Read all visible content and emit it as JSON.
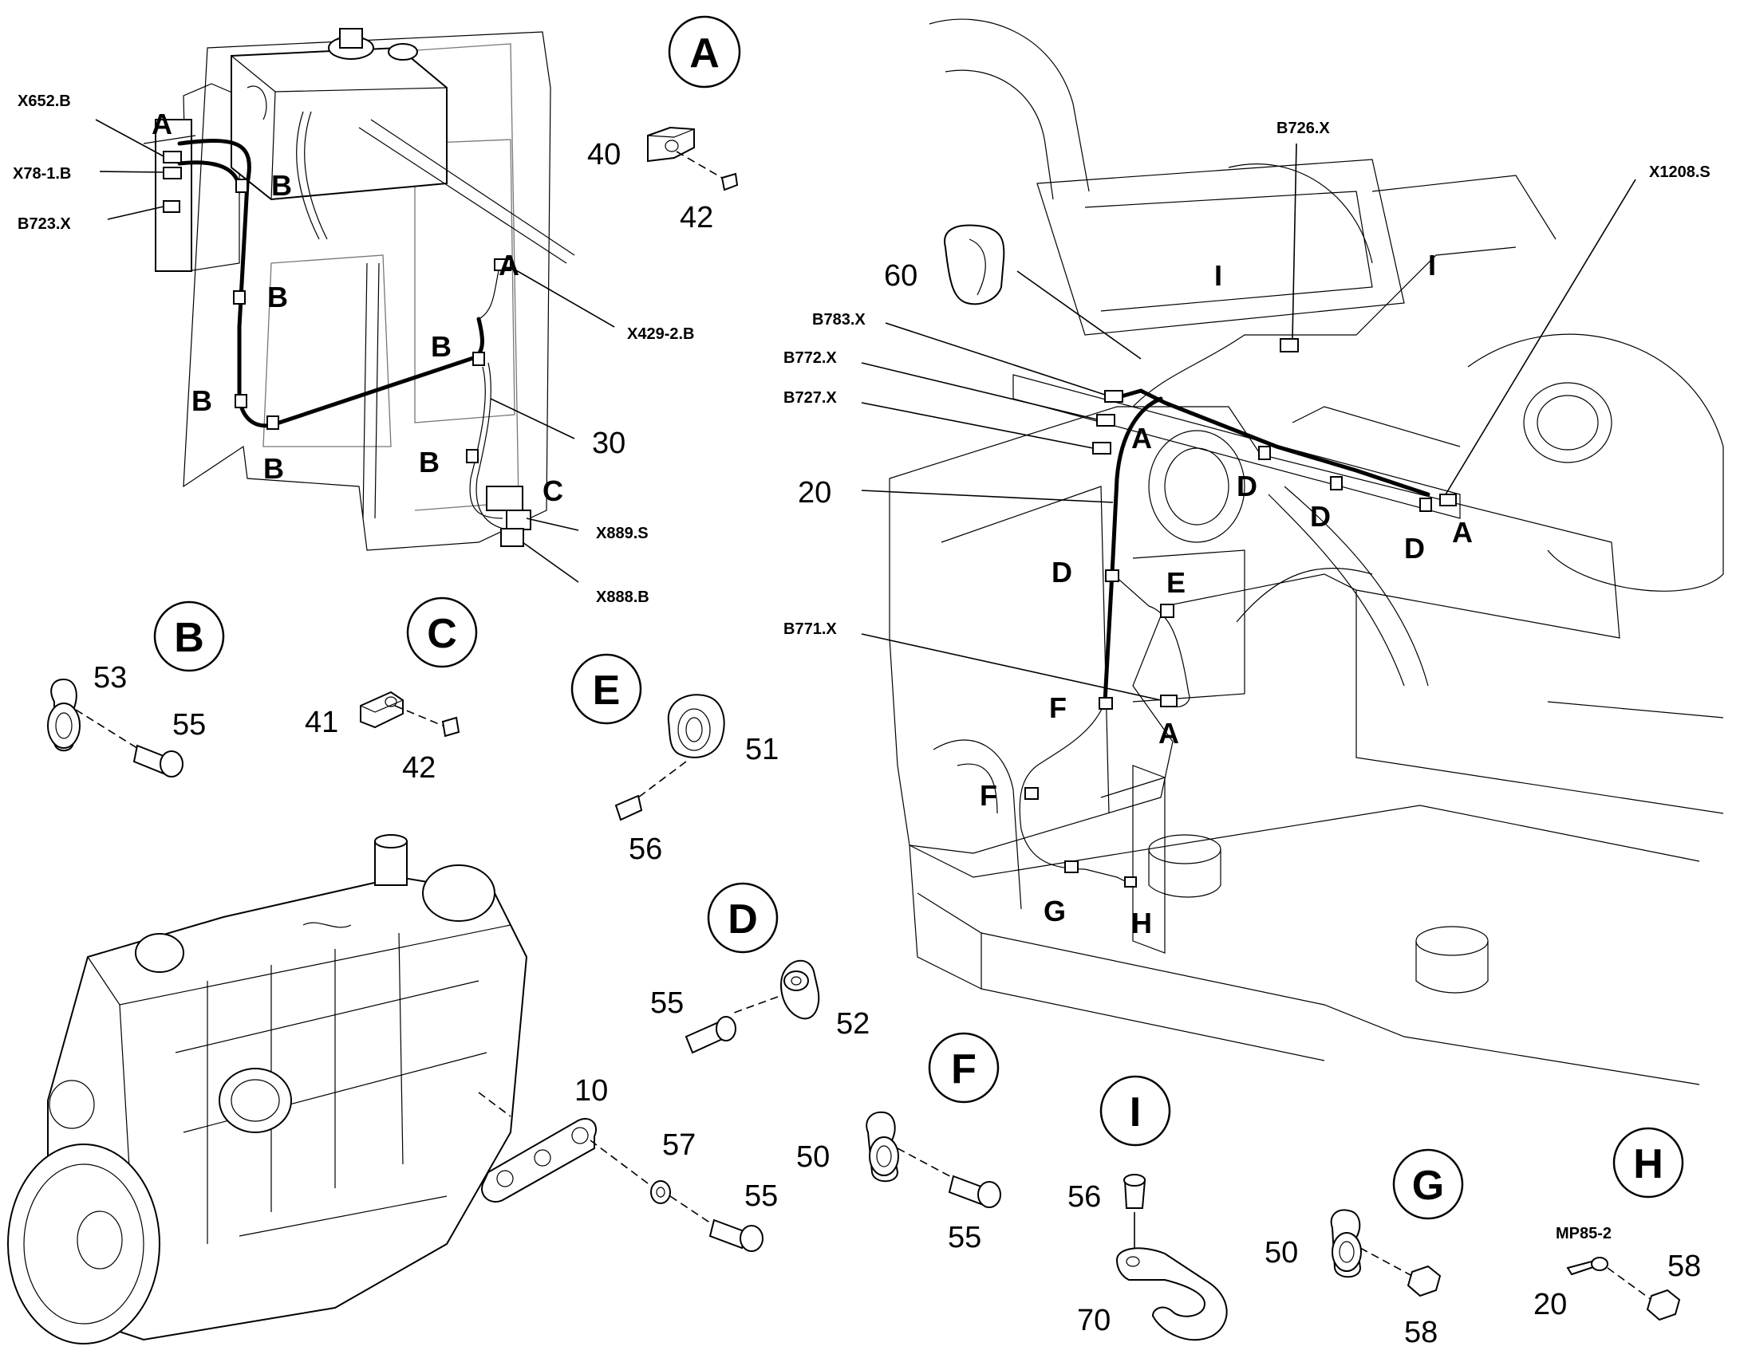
{
  "detail_circles": [
    "A",
    "B",
    "C",
    "E",
    "D",
    "F",
    "I",
    "G",
    "H"
  ],
  "part_numbers": {
    "n10": "10",
    "n20a": "20",
    "n20b": "20",
    "n30": "30",
    "n40": "40",
    "n41": "41",
    "n42a": "42",
    "n42b": "42",
    "n50a": "50",
    "n50b": "50",
    "n51": "51",
    "n52": "52",
    "n53": "53",
    "n55a": "55",
    "n55b": "55",
    "n55c": "55",
    "n55d": "55",
    "n56a": "56",
    "n56b": "56",
    "n57": "57",
    "n58a": "58",
    "n58b": "58",
    "n60": "60",
    "n70": "70"
  },
  "connector_codes": {
    "x652b": "X652.B",
    "x781b": "X78-1.B",
    "b723x": "B723.X",
    "x4292b": "X429-2.B",
    "x889s": "X889.S",
    "x888b": "X888.B",
    "b726x": "B726.X",
    "x1208s": "X1208.S",
    "b783x": "B783.X",
    "b772x": "B772.X",
    "b727x": "B727.X",
    "b771x": "B771.X",
    "mp852": "MP85-2"
  },
  "callout_letters": {
    "tl_a1": "A",
    "tl_b1": "B",
    "tl_b2": "B",
    "tl_b3": "B",
    "tl_b4": "B",
    "tl_a2": "A",
    "tl_b5": "B",
    "tl_b6": "B",
    "tl_c": "C",
    "r_i1": "I",
    "r_i2": "I",
    "r_a1": "A",
    "r_d1": "D",
    "r_d2": "D",
    "r_d3": "D",
    "r_a2": "A",
    "r_d4": "D",
    "r_e": "E",
    "r_f1": "F",
    "r_a3": "A",
    "r_f2": "F",
    "r_g": "G",
    "r_h": "H"
  }
}
